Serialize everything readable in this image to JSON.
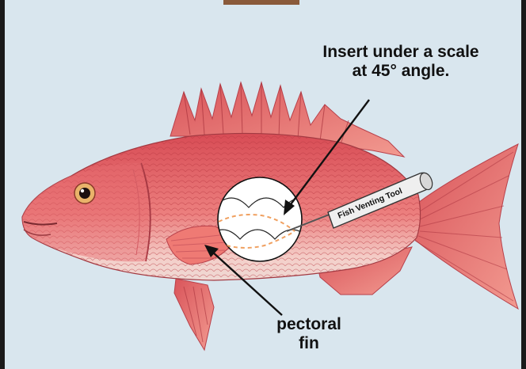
{
  "annotations": {
    "insert_line1": "Insert under a scale",
    "insert_line2": "at 45° angle.",
    "pectoral_line1": "pectoral",
    "pectoral_line2": "fin",
    "tool_label": "Fish Venting Tool"
  },
  "colors": {
    "background": "#d9e6ee",
    "fish_body": "#e5606a",
    "fish_belly": "#f3d6d2",
    "fins": "#e06a60",
    "tool": "#efefef",
    "dashed_path": "#f0a060",
    "frame": "#1a1a1a"
  },
  "icons": [
    "fish-illustration",
    "venting-tool",
    "magnified-scale-circle",
    "arrow"
  ]
}
